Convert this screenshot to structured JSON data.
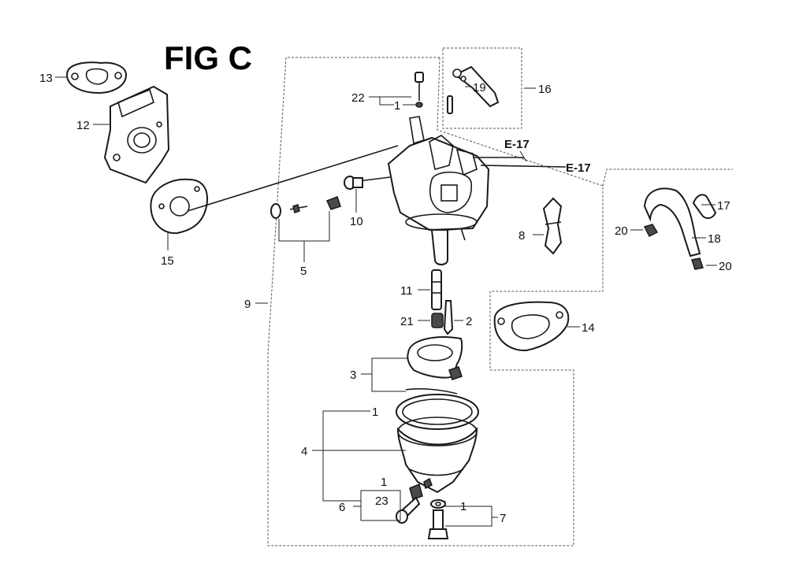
{
  "figure": {
    "title": "FIG C"
  },
  "callouts": {
    "c1a": "1",
    "c1b": "1",
    "c1c": "1",
    "c1d": "1",
    "c2": "2",
    "c3": "3",
    "c4": "4",
    "c5": "5",
    "c6": "6",
    "c7": "7",
    "c8": "8",
    "c9": "9",
    "c10": "10",
    "c11": "11",
    "c12": "12",
    "c13": "13",
    "c14": "14",
    "c15": "15",
    "c16": "16",
    "c17": "17",
    "c18": "18",
    "c19": "19",
    "c20a": "20",
    "c20b": "20",
    "c21": "21",
    "c22": "22",
    "c23": "23"
  },
  "references": {
    "ref_a": "E-17",
    "ref_b": "E-17"
  }
}
